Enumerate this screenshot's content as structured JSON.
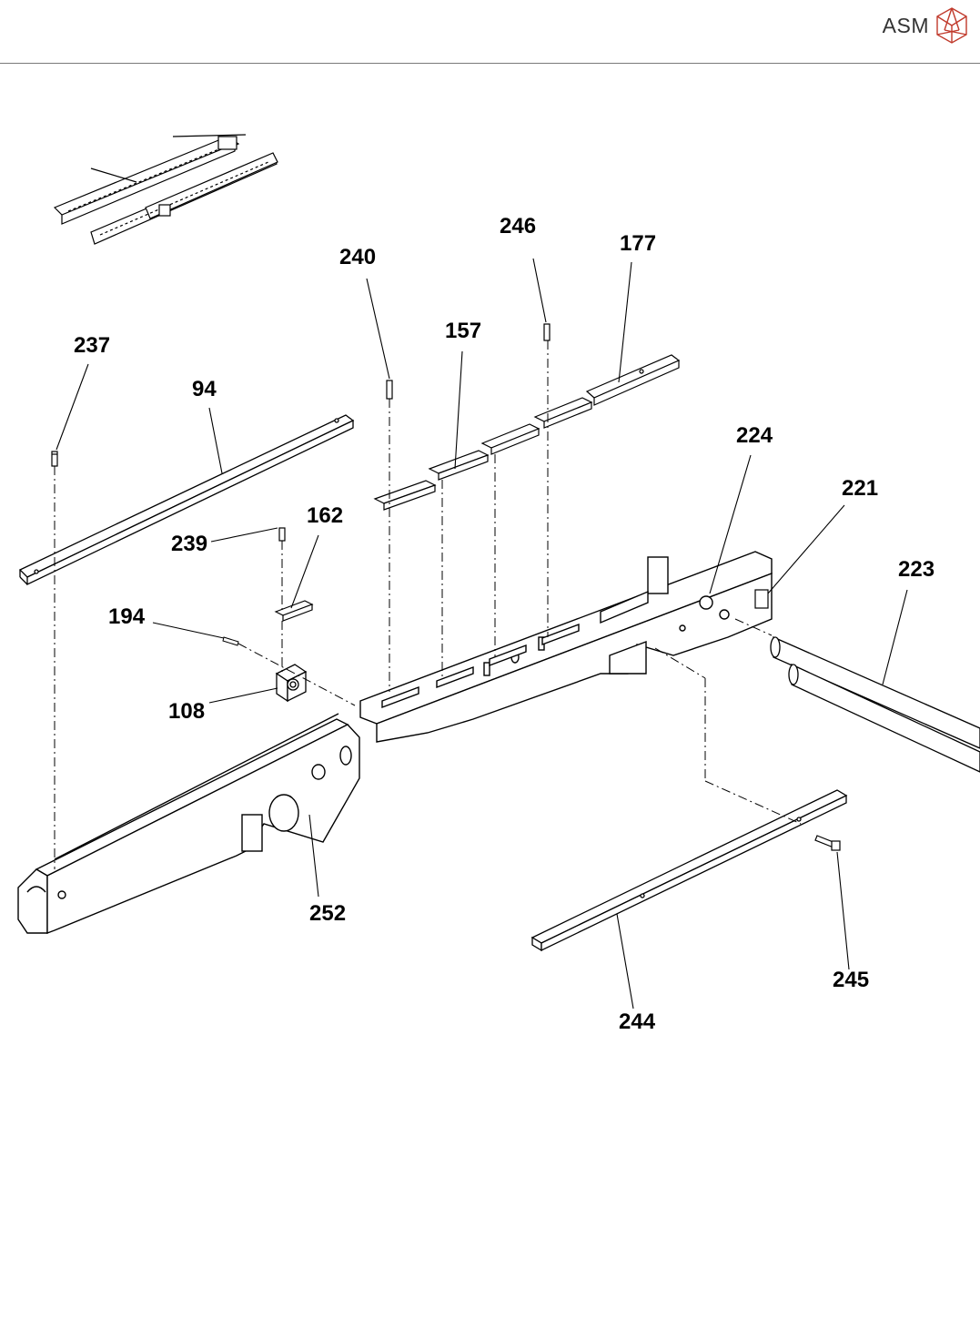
{
  "brand": {
    "name": "ASM",
    "logo_color": "#c0392b"
  },
  "callouts": {
    "c237": "237",
    "c94": "94",
    "c240": "240",
    "c157": "157",
    "c246": "246",
    "c177": "177",
    "c224": "224",
    "c221": "221",
    "c223": "223",
    "c239": "239",
    "c162": "162",
    "c194": "194",
    "c108": "108",
    "c252": "252",
    "c245": "245",
    "c244": "244"
  }
}
